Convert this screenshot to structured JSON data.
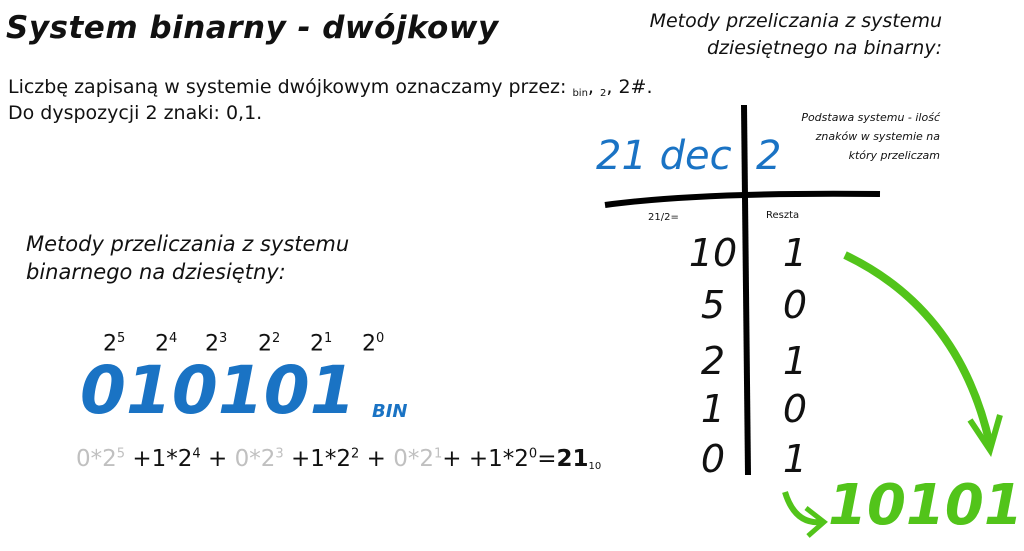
{
  "title": "System binarny - dwójkowy",
  "intro": {
    "line1": "Liczbę zapisaną w systemie dwójkowym oznaczamy przez: ",
    "n1": "bin",
    "sep1": ", ",
    "n2": "2",
    "tail": ", 2#.",
    "line2": "Do dyspozycji 2 znaki: 0,1."
  },
  "dec_to_bin": {
    "heading1": "Metody przeliczania z systemu",
    "heading2": "dziesiętnego na binarny:",
    "number": "21 dec",
    "base": "2",
    "note": "Podstawa systemu - ilość znaków w systemie na który przeliczam",
    "division_label": "21/2=",
    "remainder_label": "Reszta",
    "quotients": [
      "10",
      "5",
      "2",
      "1",
      "0"
    ],
    "remainders": [
      "1",
      "0",
      "1",
      "0",
      "1"
    ],
    "result": "10101",
    "colors": {
      "blue": "#1a73c4",
      "green": "#52c41a"
    }
  },
  "bin_to_dec": {
    "heading1": "Metody przeliczania z systemu",
    "heading2": "binarnego na dziesiętny:",
    "powers": [
      {
        "b": "2",
        "e": "5"
      },
      {
        "b": "2",
        "e": "4"
      },
      {
        "b": "2",
        "e": "3"
      },
      {
        "b": "2",
        "e": "2"
      },
      {
        "b": "2",
        "e": "1"
      },
      {
        "b": "2",
        "e": "0"
      }
    ],
    "digits": "010101",
    "suffix": "BIN",
    "equation": [
      {
        "t": "0*2",
        "e": "5",
        "gray": true
      },
      {
        "t": " +1*2",
        "e": "4"
      },
      {
        "t": " + "
      },
      {
        "t": "0*2",
        "e": "3",
        "gray": true
      },
      {
        "t": " +1*2",
        "e": "2"
      },
      {
        "t": " + "
      },
      {
        "t": "0*2",
        "e": "1",
        "gray": true
      },
      {
        "t": "+ +1*2",
        "e": "0"
      },
      {
        "t": "="
      }
    ],
    "answer": "21",
    "answer_base": "10"
  }
}
